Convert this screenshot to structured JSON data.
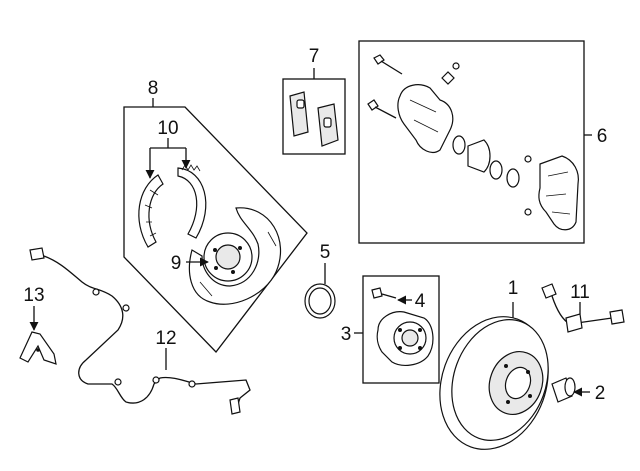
{
  "callouts": {
    "c1": "1",
    "c2": "2",
    "c3": "3",
    "c4": "4",
    "c5": "5",
    "c6": "6",
    "c7": "7",
    "c8": "8",
    "c9": "9",
    "c10": "10",
    "c11": "11",
    "c12": "12",
    "c13": "13"
  },
  "parts": [
    {
      "callout": "1",
      "icon": "brake-rotor-icon"
    },
    {
      "callout": "2",
      "icon": "bushing-icon"
    },
    {
      "callout": "3",
      "icon": "hub-bearing-icon"
    },
    {
      "callout": "4",
      "icon": "bolt-icon"
    },
    {
      "callout": "5",
      "icon": "seal-ring-icon"
    },
    {
      "callout": "6",
      "icon": "caliper-icon"
    },
    {
      "callout": "7",
      "icon": "brake-pads-icon"
    },
    {
      "callout": "8",
      "icon": "parking-brake-kit-icon"
    },
    {
      "callout": "9",
      "icon": "backing-plate-icon"
    },
    {
      "callout": "10",
      "icon": "brake-shoes-icon"
    },
    {
      "callout": "11",
      "icon": "brake-hose-icon"
    },
    {
      "callout": "12",
      "icon": "abs-sensor-icon"
    },
    {
      "callout": "13",
      "icon": "bracket-icon"
    }
  ],
  "colors": {
    "line": "#111111",
    "background": "#ffffff"
  }
}
